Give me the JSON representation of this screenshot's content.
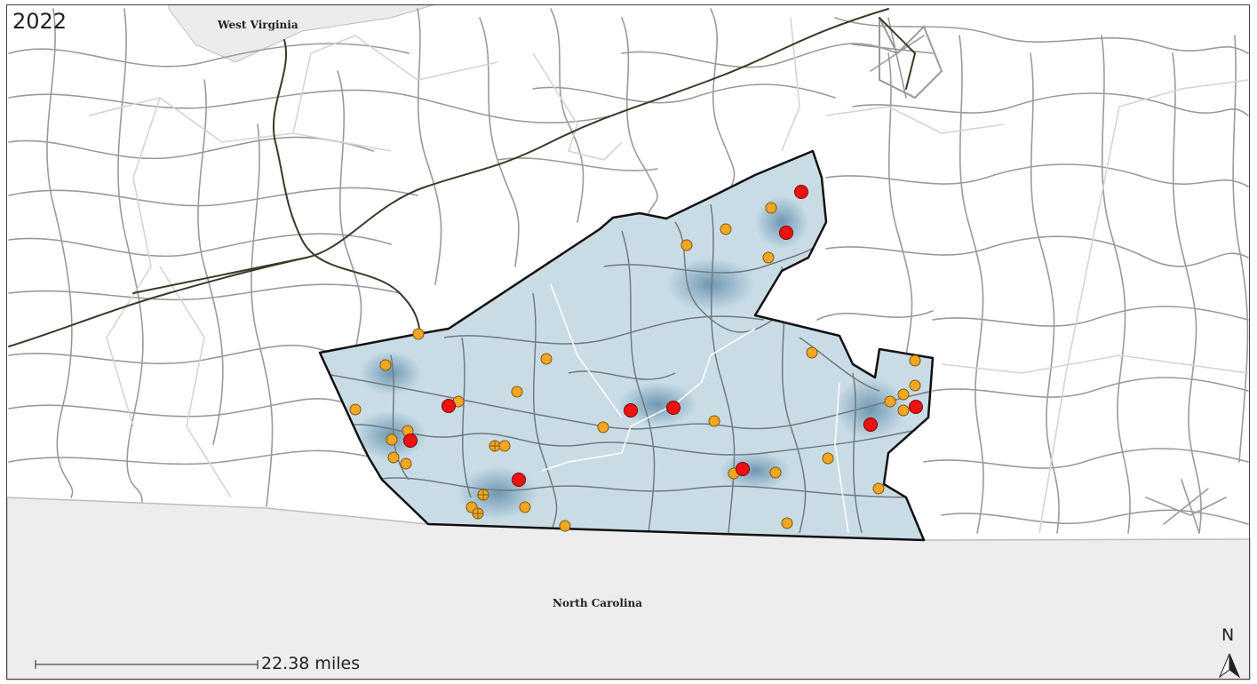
{
  "map": {
    "year": "2022",
    "labels": {
      "north_state": "West Virginia",
      "south_state": "North Carolina"
    },
    "scale_bar_label": "22.38 miles",
    "north_arrow_label": "N",
    "colors": {
      "region_fill": "#c9dce6",
      "region_outline": "#111111",
      "roads": "#9a9a9a",
      "highways": "#3a3a2a",
      "neighbor_fill": "#ededed",
      "marker_red": "#ee1111",
      "marker_orange": "#f5a623"
    }
  }
}
